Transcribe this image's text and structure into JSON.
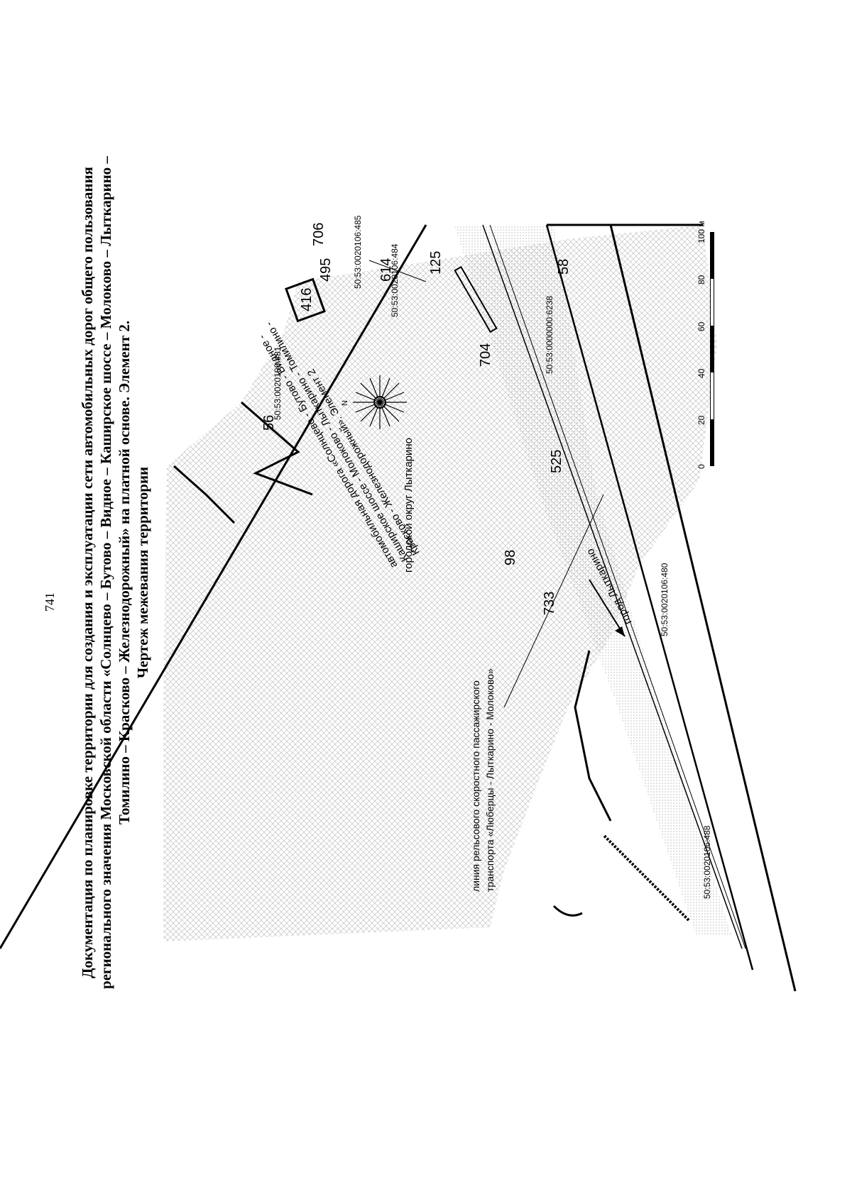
{
  "page_number": "741",
  "title": {
    "line1": "Документация по планировке территории для создания и эксплуатации сети автомобильных дорог общего пользования",
    "line2": "регионального значения Московской области «Солнцево – Бутово – Видное – Каширское шоссе – Молоково – Лыткарино –",
    "line3": "Томилино – Красково – Железнодорожный» на платной основе. Элемент 2.",
    "line4": "Чертеж межевания территории"
  },
  "map": {
    "road_label_1": "автомобильная дорога «Солнцево - Бутово - Видное -",
    "road_label_2": "Каширское шоссе - Молоково - Лыткарино - Томилино -",
    "road_label_3": "Красково - Железнодорожный». Элемент 2",
    "district_label": "городской округ Лыткарино",
    "city_label": "город Лыткарино",
    "railway_label_1": "линия рельсового скоростного пассажирского",
    "railway_label_2": "транспорта «Люберцы - Лыткарино - Молоково»",
    "cadastral": [
      "50:53:0020106:481",
      "50:53:0020106:485",
      "50:53:0020106:484",
      "50:53:0000000:6238",
      "50:53:0020106:480",
      "50:53:0020106:488"
    ],
    "parcels": [
      "416",
      "495",
      "706",
      "614",
      "125",
      "704",
      "56",
      "525",
      "98",
      "733",
      "58"
    ],
    "scale_ticks": [
      "0",
      "20",
      "40",
      "60",
      "80",
      "100 м"
    ],
    "compass_north": "N"
  }
}
